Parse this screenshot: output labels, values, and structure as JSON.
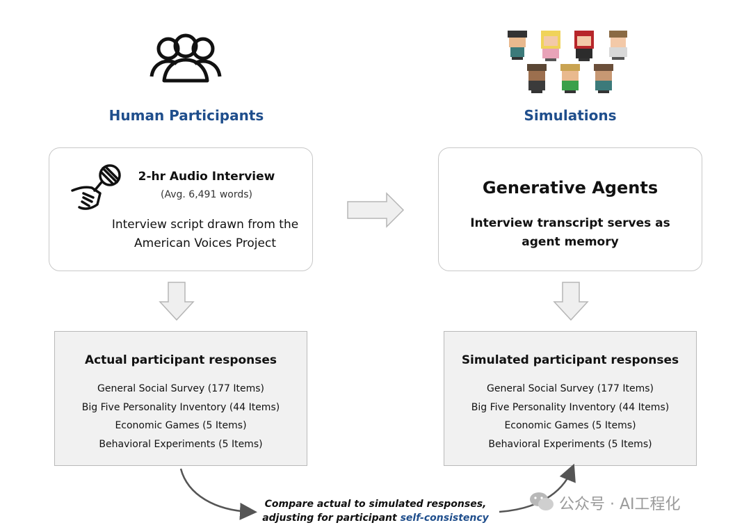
{
  "left": {
    "title": "Human Participants",
    "interview": {
      "title": "2-hr Audio Interview",
      "subtitle": "(Avg. 6,491 words)",
      "description": "Interview script drawn from the American Voices Project"
    },
    "responses": {
      "title": "Actual participant responses",
      "items": [
        "General Social Survey (177 Items)",
        "Big Five Personality Inventory (44 Items)",
        "Economic Games (5 Items)",
        "Behavioral Experiments (5 Items)"
      ]
    }
  },
  "right": {
    "title": "Simulations",
    "agents": {
      "title": "Generative Agents",
      "description": "Interview transcript serves as agent memory"
    },
    "responses": {
      "title": "Simulated participant responses",
      "items": [
        "General Social Survey (177 Items)",
        "Big Five Personality Inventory (44 Items)",
        "Economic Games (5 Items)",
        "Behavioral Experiments (5 Items)"
      ]
    }
  },
  "compare": {
    "line1": "Compare actual to simulated responses,",
    "line2_prefix": "adjusting for participant ",
    "line2_highlight": "self-consistency"
  },
  "watermark": {
    "text": "公众号 · AI工程化"
  },
  "colors": {
    "accent_blue": "#1f4e8c",
    "arrow_fill": "#efefef",
    "arrow_stroke": "#b5b5b5",
    "box_fill": "#f1f1f1"
  },
  "icons": {
    "people": "people-group-icon",
    "mic": "microphone-hand-icon",
    "agents": "pixel-agent-sprites",
    "wechat": "wechat-icon"
  }
}
